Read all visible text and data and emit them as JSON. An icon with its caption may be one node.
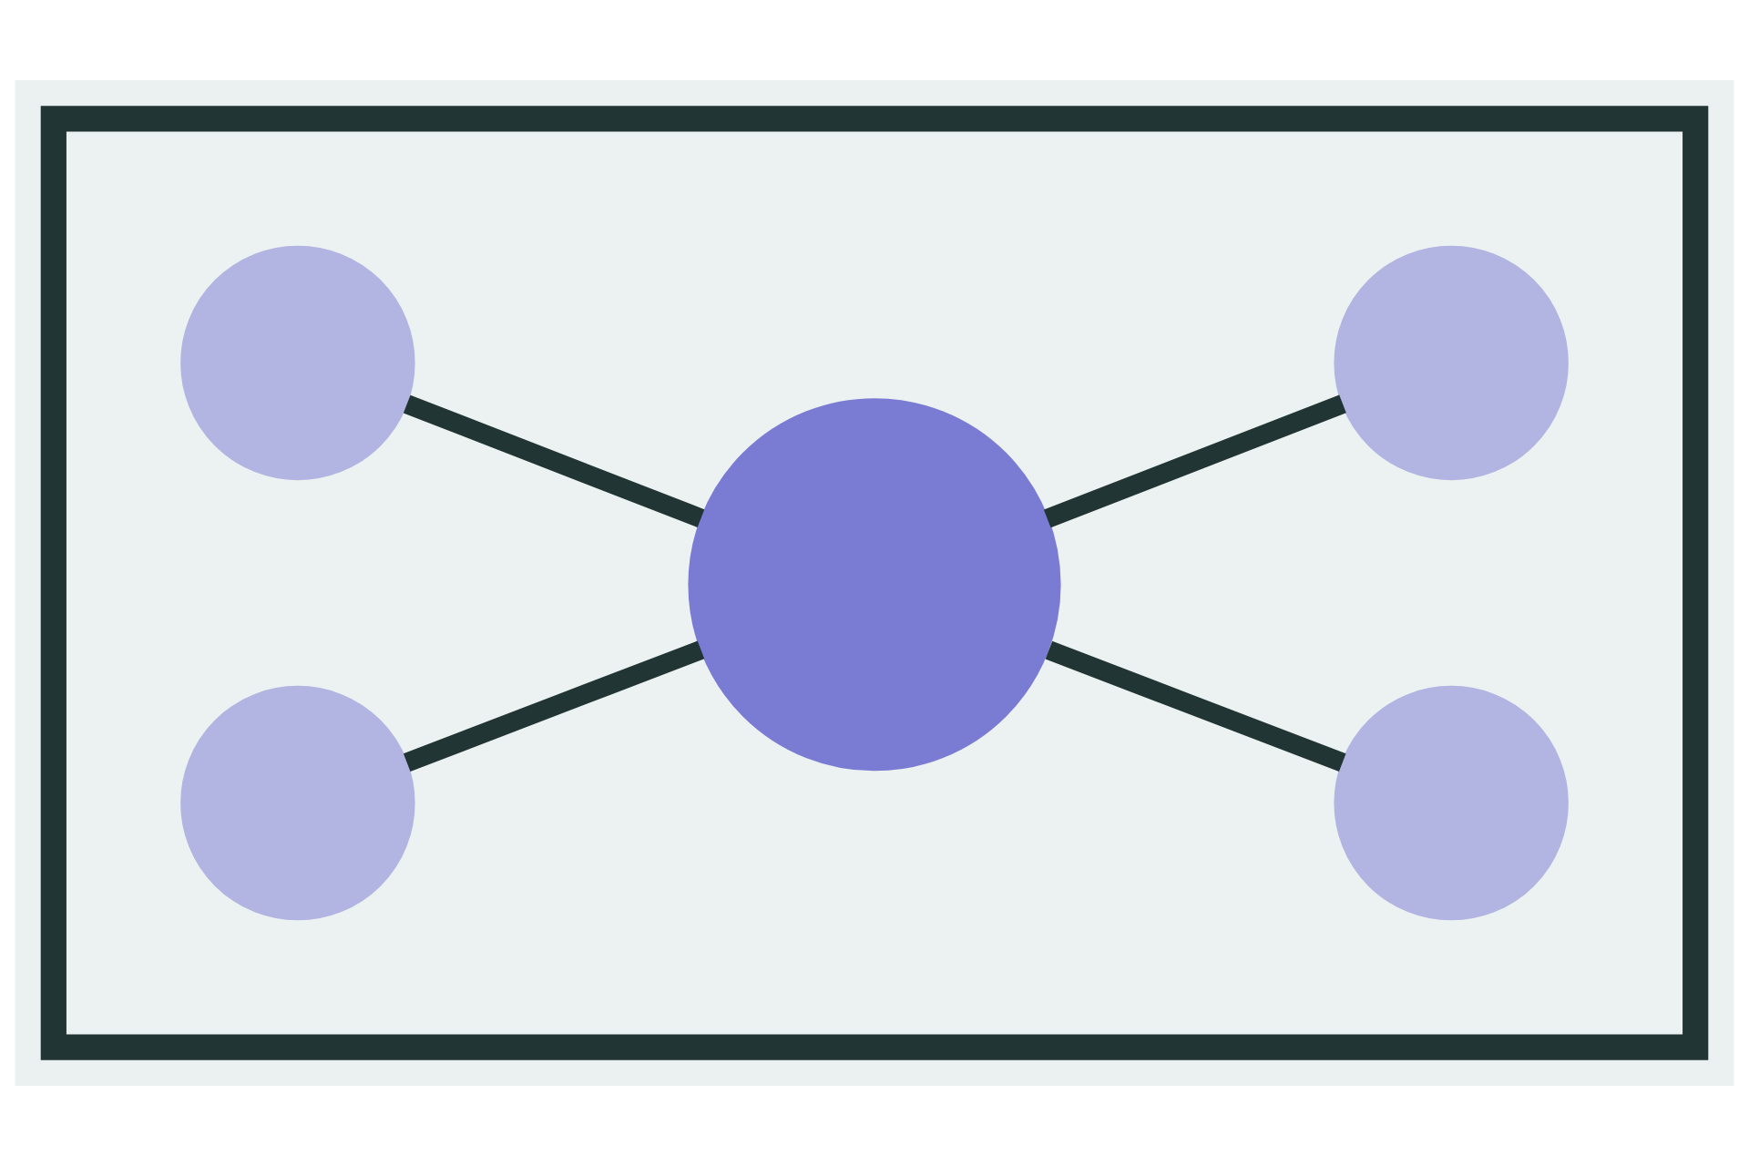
{
  "diagram": {
    "nodes": [
      {
        "text": [],
        "shape": "box"
      },
      {
        "text": [],
        "shape": "circle",
        "in": 0
      },
      {
        "text": [],
        "shape": "circle",
        "in": 0
      },
      {
        "text": [],
        "shape": "circle",
        "in": 0
      },
      {
        "text": [],
        "shape": "circle",
        "in": 0
      },
      {
        "text": [],
        "shape": "circle",
        "in": 0
      }
    ],
    "edges": [
      {
        "from": 1,
        "to": 3,
        "arrow": "none"
      },
      {
        "from": 3,
        "to": 2,
        "arrow": "none"
      },
      {
        "from": 4,
        "to": 3,
        "arrow": "none"
      },
      {
        "from": 3,
        "to": 5,
        "arrow": "none"
      }
    ]
  }
}
